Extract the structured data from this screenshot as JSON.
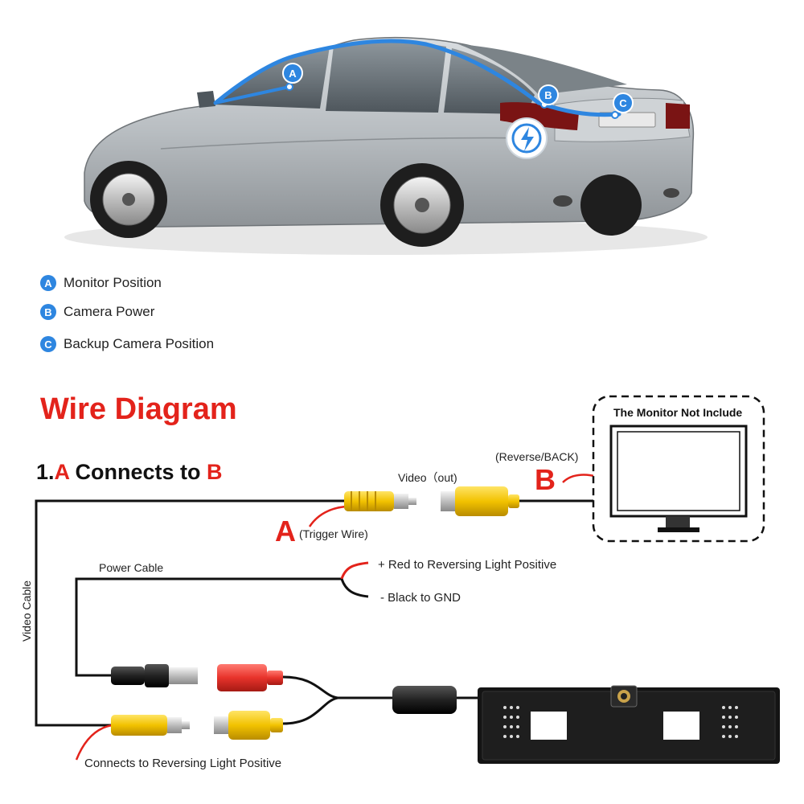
{
  "legend": [
    {
      "badge": "A",
      "text": "Monitor Position"
    },
    {
      "badge": "B",
      "text": "Camera Power"
    },
    {
      "badge": "C",
      "text": "Backup Camera Position"
    }
  ],
  "car_markers": [
    "A",
    "B",
    "C"
  ],
  "title": "Wire Diagram",
  "subtitle": {
    "prefix": "1.",
    "a": "A",
    "middle": " Connects to ",
    "b": "B"
  },
  "labels": {
    "video_out": "Video（out)",
    "reverse_back": "(Reverse/BACK)",
    "letter_a": "A",
    "letter_b": "B",
    "trigger_wire": "(Trigger Wire)",
    "monitor_note": "The Monitor Not Include",
    "power_cable": "Power Cable",
    "red_positive": "+ Red to Reversing Light Positive",
    "black_gnd": "- Black to GND",
    "video_cable": "Video Cable",
    "reversing_positive": "Connects to Reversing Light Positive"
  },
  "colors": {
    "accent_red": "#e3231b",
    "badge_blue": "#2e86e0",
    "connector_yellow": "#f2c200",
    "connector_red": "#e8332b",
    "wire": "#111111"
  }
}
